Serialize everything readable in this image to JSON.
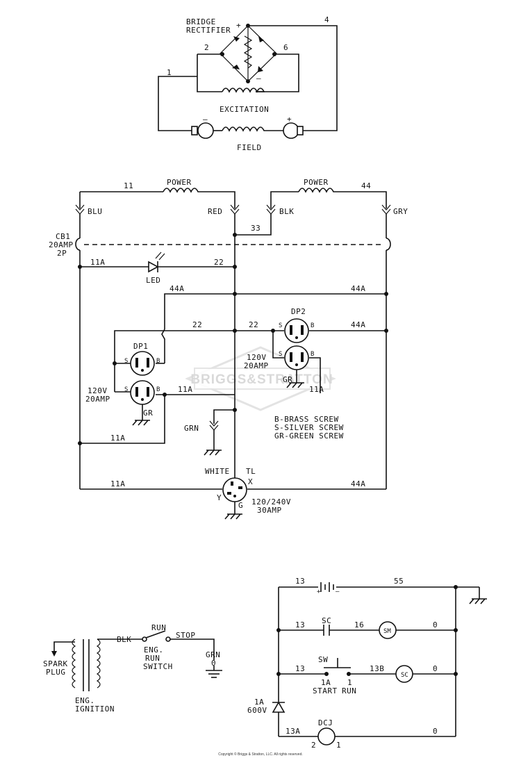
{
  "excitation": {
    "bridge_line1": "BRIDGE",
    "bridge_line2": "RECTIFIER",
    "plus": "+",
    "minus": "–",
    "wire_1": "1",
    "wire_2": "2",
    "wire_4": "4",
    "wire_6": "6",
    "excitation_label": "EXCITATION",
    "field_label": "FIELD",
    "field_minus": "–",
    "field_plus": "+"
  },
  "power": {
    "power_left": "POWER",
    "power_right": "POWER",
    "wire_11": "11",
    "wire_44": "44",
    "blu": "BLU",
    "red": "RED",
    "blk": "BLK",
    "gry": "GRY",
    "wire_33": "33",
    "cb1_line1": "CB1",
    "cb1_line2": "20AMP",
    "cb1_line3": "2P",
    "wire_11a_top": "11A",
    "wire_22_top": "22",
    "led": "LED",
    "wire_44a_1": "44A",
    "wire_44a_2": "44A",
    "wire_22_a": "22",
    "wire_22_b": "22",
    "wire_44a_3": "44A",
    "dp1": "DP1",
    "dp2": "DP2",
    "s": "S",
    "b": "B",
    "gr": "GR",
    "dp1_rating_line1": "120V",
    "dp1_rating_line2": "20AMP",
    "dp2_rating_line1": "120V",
    "dp2_rating_line2": "20AMP",
    "wire_11a_mid": "11A",
    "wire_11a_dp2": "11A",
    "grn": "GRN",
    "legend_line1": "B-BRASS SCREW",
    "legend_line2": "S-SILVER SCREW",
    "legend_line3": "GR-GREEN SCREW",
    "wire_11a_low": "11A",
    "white": "WHITE",
    "tl": "TL",
    "x": "X",
    "y": "Y",
    "g": "G",
    "wire_11a_bottom": "11A",
    "wire_44a_bottom": "44A",
    "receptacle_line1": "120/240V",
    "receptacle_line2": "30AMP",
    "watermark": "BRIGGS&STRATTON"
  },
  "ignition": {
    "spark_line1": "SPARK",
    "spark_line2": "PLUG",
    "blk": "BLK",
    "run": "RUN",
    "stop": "STOP",
    "switch_line1": "ENG.",
    "switch_line2": "RUN",
    "switch_line3": "SWITCH",
    "grn": "GRN",
    "zero": "0",
    "ign_line1": "ENG.",
    "ign_line2": "IGNITION"
  },
  "starter": {
    "wire_13_a": "13",
    "wire_55": "55",
    "wire_13_b": "13",
    "sc_cap": "SC",
    "wire_16": "16",
    "sm": "SM",
    "zero_1": "0",
    "wire_13_c": "13",
    "sw": "SW",
    "wire_13b": "13B",
    "sc_coil": "SC",
    "zero_2": "0",
    "term_1a": "1A",
    "term_1": "1",
    "start": "START",
    "run": "RUN",
    "diode_line1": "1A",
    "diode_line2": "600V",
    "wire_13a": "13A",
    "dcj": "DCJ",
    "zero_3": "0",
    "dcj_2": "2",
    "dcj_1": "1"
  },
  "footer": {
    "copyright": "Copyright © Briggs & Stratton, LLC. All rights reserved."
  }
}
